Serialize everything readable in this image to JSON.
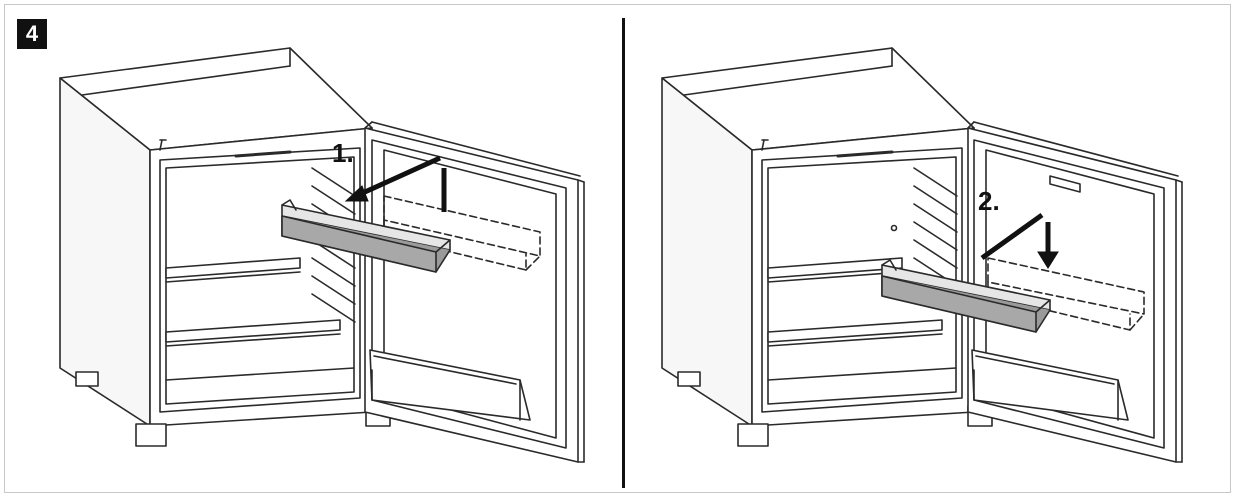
{
  "step_number": "4",
  "panels": [
    {
      "step_label": "1."
    },
    {
      "step_label": "2."
    }
  ]
}
